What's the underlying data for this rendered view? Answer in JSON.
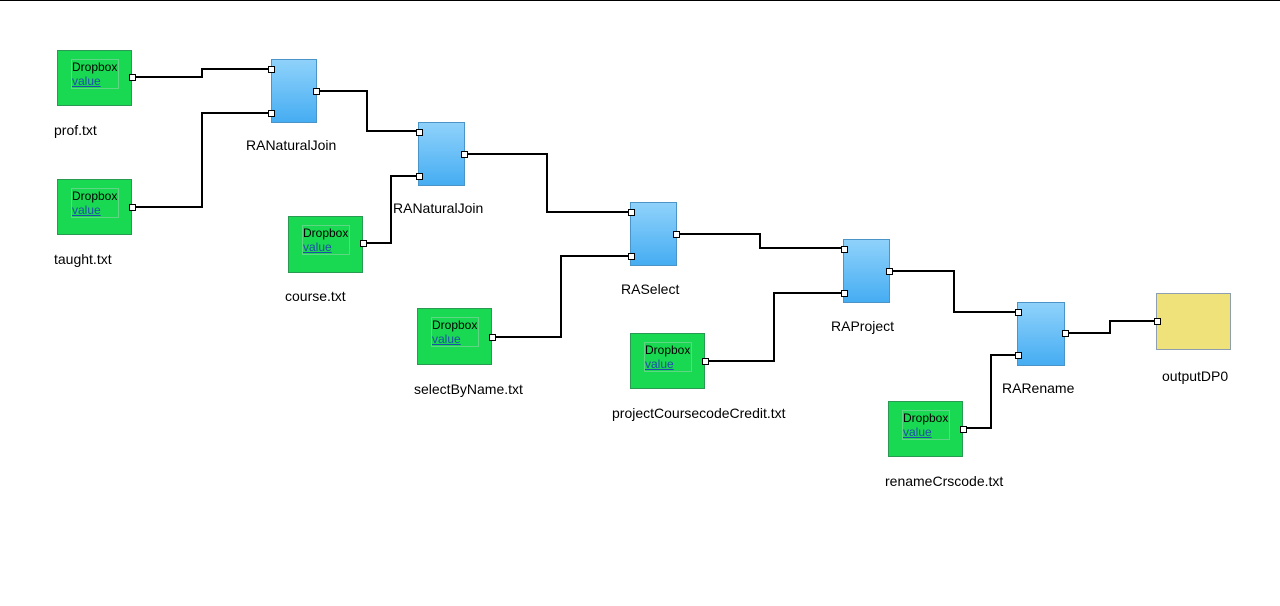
{
  "colors": {
    "source_fill": "#18d951",
    "operator_fill": "#46adf2",
    "sink_fill": "#efe27b",
    "wire": "#000000"
  },
  "sources": [
    {
      "id": "prof",
      "title": "Dropbox",
      "link": "value",
      "caption": "prof.txt"
    },
    {
      "id": "taught",
      "title": "Dropbox",
      "link": "value",
      "caption": "taught.txt"
    },
    {
      "id": "course",
      "title": "Dropbox",
      "link": "value",
      "caption": "course.txt"
    },
    {
      "id": "selectByName",
      "title": "Dropbox",
      "link": "value",
      "caption": "selectByName.txt"
    },
    {
      "id": "projectCoursecodeCredit",
      "title": "Dropbox",
      "link": "value",
      "caption": "projectCoursecodeCredit.txt"
    },
    {
      "id": "renameCrscode",
      "title": "Dropbox",
      "link": "value",
      "caption": "renameCrscode.txt"
    }
  ],
  "operators": [
    {
      "id": "join1",
      "caption": "RANaturalJoin"
    },
    {
      "id": "join2",
      "caption": "RANaturalJoin"
    },
    {
      "id": "select",
      "caption": "RASelect"
    },
    {
      "id": "project",
      "caption": "RAProject"
    },
    {
      "id": "rename",
      "caption": "RARename"
    }
  ],
  "sink": {
    "id": "output",
    "caption": "outputDP0"
  },
  "edges": [
    {
      "from": "prof",
      "to": "join1",
      "port": 1
    },
    {
      "from": "taught",
      "to": "join1",
      "port": 2
    },
    {
      "from": "join1",
      "to": "join2",
      "port": 1
    },
    {
      "from": "course",
      "to": "join2",
      "port": 2
    },
    {
      "from": "join2",
      "to": "select",
      "port": 1
    },
    {
      "from": "selectByName",
      "to": "select",
      "port": 2
    },
    {
      "from": "select",
      "to": "project",
      "port": 1
    },
    {
      "from": "projectCoursecodeCredit",
      "to": "project",
      "port": 2
    },
    {
      "from": "project",
      "to": "rename",
      "port": 1
    },
    {
      "from": "renameCrscode",
      "to": "rename",
      "port": 2
    },
    {
      "from": "rename",
      "to": "output",
      "port": 1
    }
  ]
}
